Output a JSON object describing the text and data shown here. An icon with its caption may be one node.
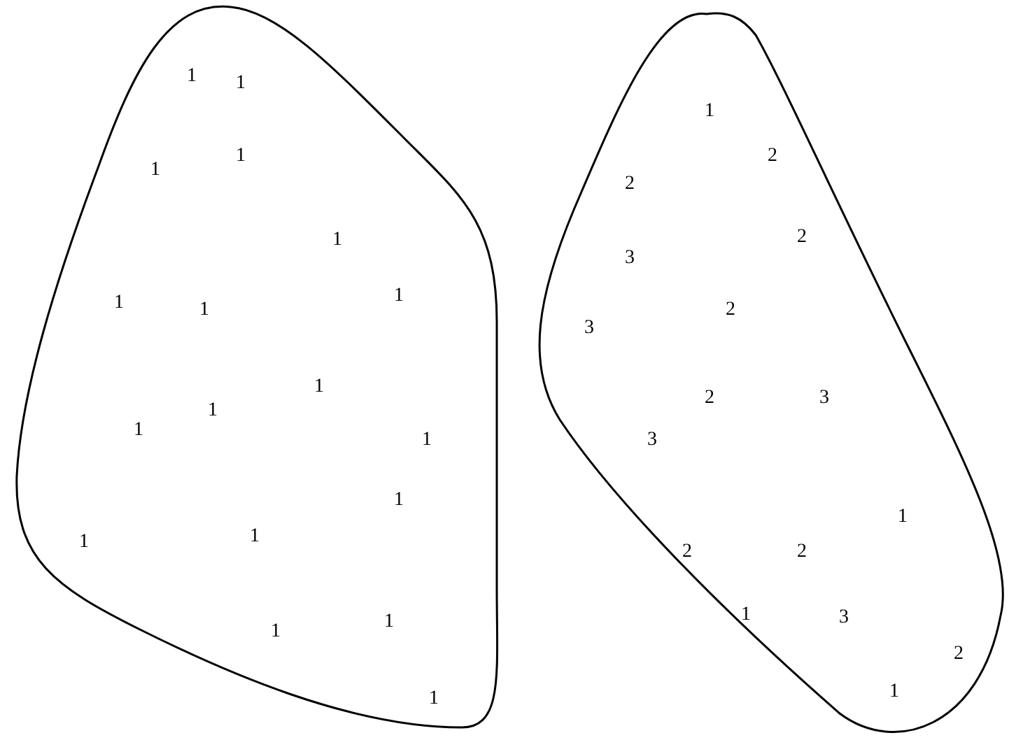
{
  "diagram": {
    "nodes": [
      {
        "text": [
          "1",
          "1",
          "1",
          "1",
          "1",
          "1",
          "1",
          "1",
          "1",
          "1",
          "1",
          "1",
          "1",
          "1",
          "1",
          "1",
          "1",
          "1"
        ]
      },
      {
        "text": [
          "1",
          "2",
          "2",
          "2",
          "3",
          "2",
          "3",
          "2",
          "3",
          "3",
          "1",
          "2",
          "2",
          "1",
          "3",
          "2",
          "1"
        ]
      }
    ]
  }
}
